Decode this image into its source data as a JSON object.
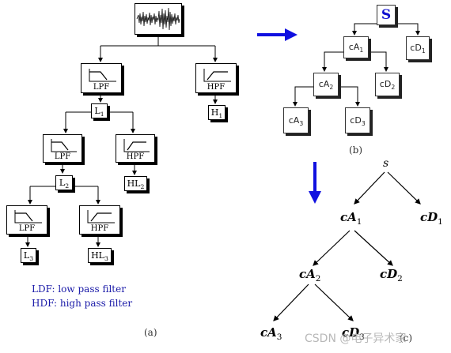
{
  "panel_a": {
    "lpf_label": "LPF",
    "hpf_label": "HPF",
    "l1": {
      "base": "L",
      "sub": "1"
    },
    "h1": {
      "base": "H",
      "sub": "1"
    },
    "l2": {
      "base": "L",
      "sub": "2"
    },
    "hl2": {
      "base": "HL",
      "sub": "2"
    },
    "l3": {
      "base": "L",
      "sub": "3"
    },
    "hl3": {
      "base": "HL",
      "sub": "3"
    },
    "legend_ldf": "LDF: low pass filter",
    "legend_hdf": "HDF: high pass filter",
    "caption": "(a)"
  },
  "panel_b": {
    "s": "S",
    "ca1": {
      "base": "cA",
      "sub": "1"
    },
    "cd1": {
      "base": "cD",
      "sub": "1"
    },
    "ca2": {
      "base": "cA",
      "sub": "2"
    },
    "cd2": {
      "base": "cD",
      "sub": "2"
    },
    "ca3": {
      "base": "cA",
      "sub": "3"
    },
    "cd3": {
      "base": "cD",
      "sub": "3"
    },
    "caption": "(b)"
  },
  "panel_c": {
    "s": "s",
    "ca1": {
      "base": "cA",
      "sub": "1"
    },
    "cd1": {
      "base": "cD",
      "sub": "1"
    },
    "ca2": {
      "base": "cA",
      "sub": "2"
    },
    "cd2": {
      "base": "cD",
      "sub": "2"
    },
    "ca3": {
      "base": "cA",
      "sub": "3"
    },
    "cd3": {
      "base": "cD",
      "sub": "3"
    },
    "caption": "(c)"
  },
  "watermark": "CSDN @电子异术家",
  "colors": {
    "arrow_blue": "#1010e0",
    "legend_blue": "#1a1aa8",
    "s_blue": "#1010d0"
  }
}
